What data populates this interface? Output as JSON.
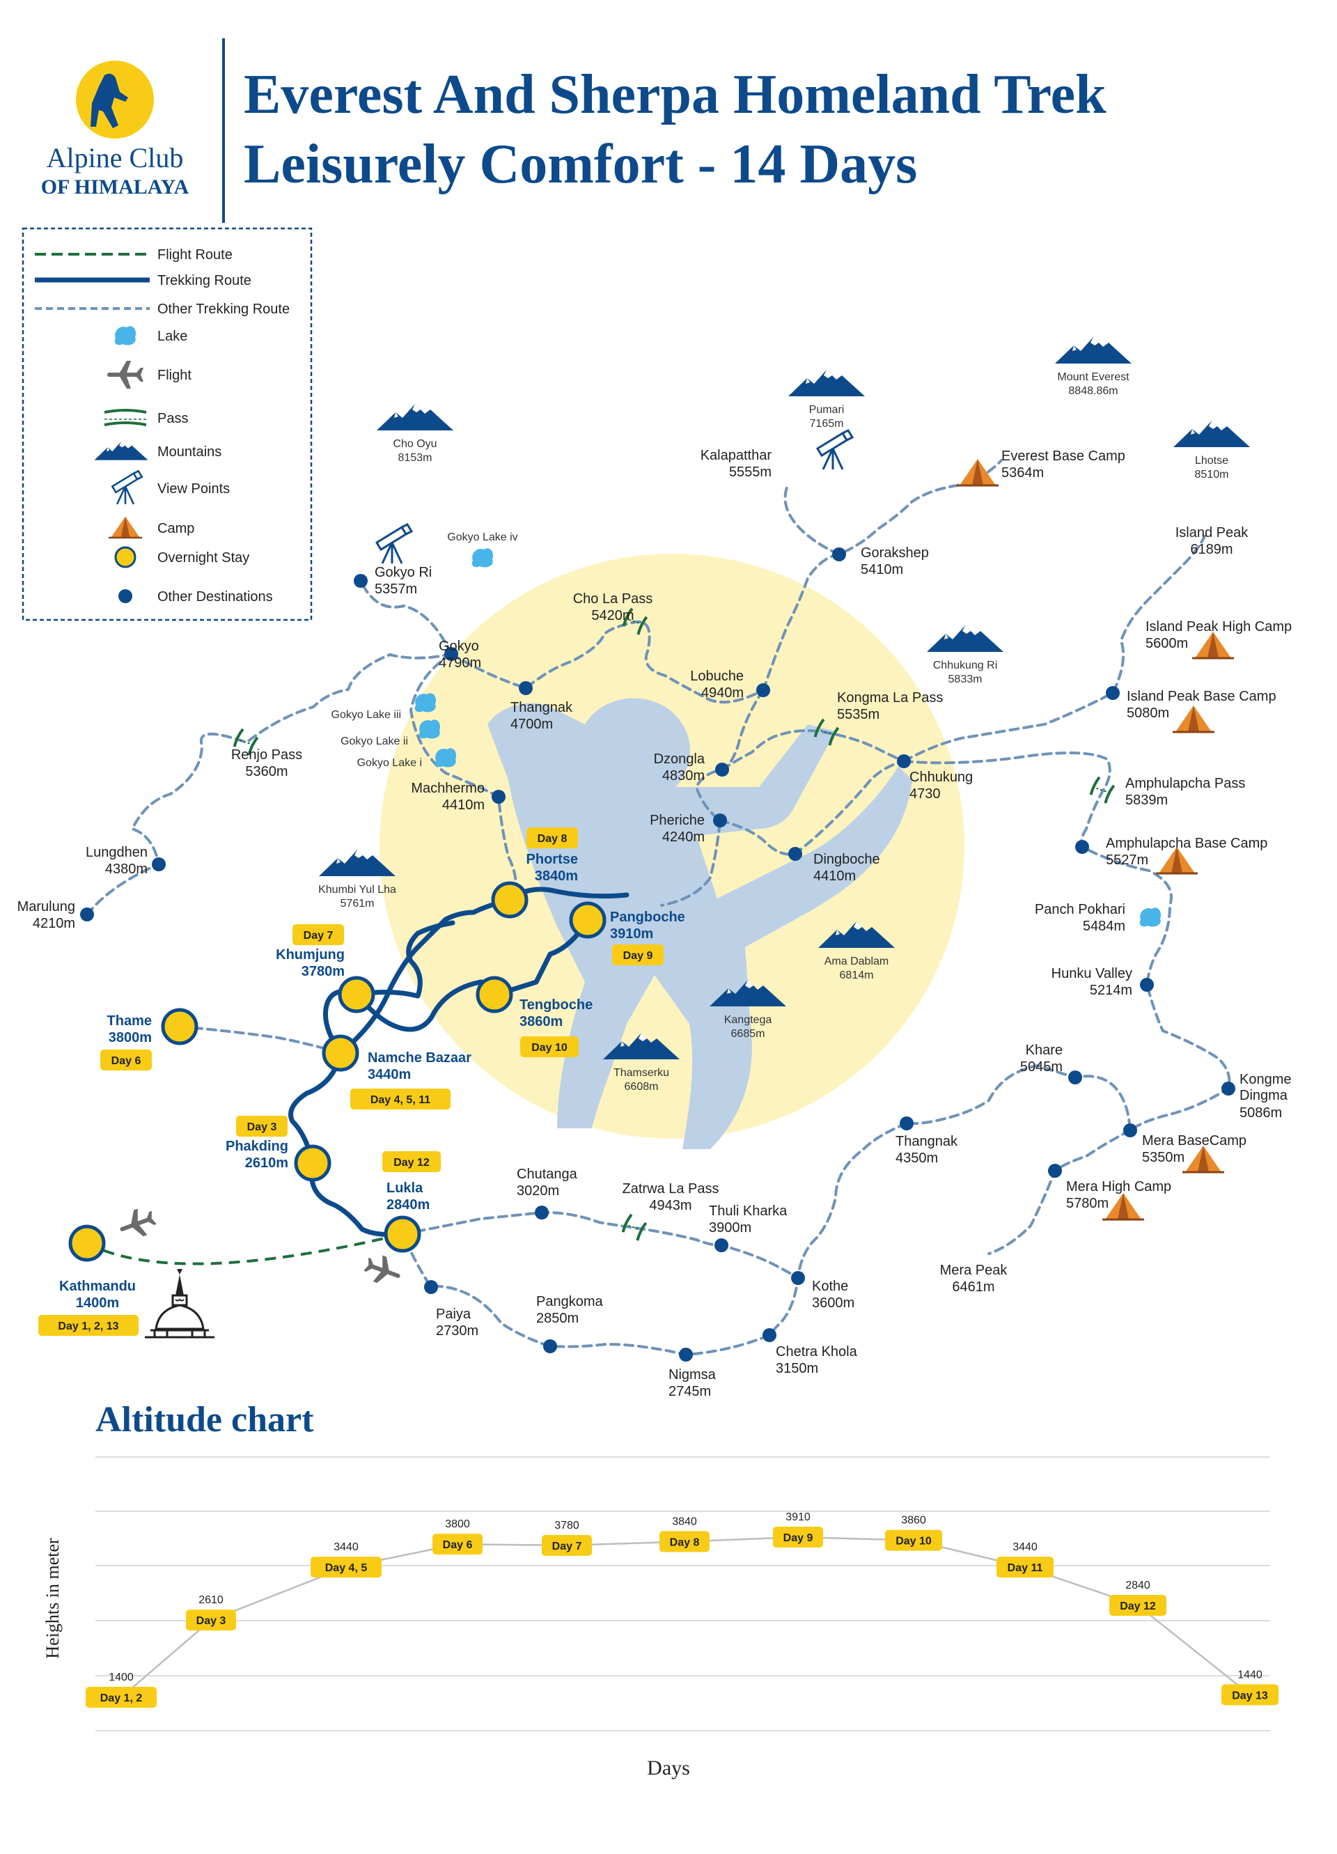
{
  "header": {
    "logo_line1": "Alpine Club",
    "logo_line2": "OF HIMALAYA",
    "title_line1": "Everest And Sherpa Homeland Trek",
    "title_line2": "Leisurely Comfort - 14 Days"
  },
  "legend": [
    {
      "key": "flight-route",
      "label": "Flight Route",
      "icon": "green-dashed-line"
    },
    {
      "key": "trekking-route",
      "label": "Trekking Route",
      "icon": "blue-solid-line"
    },
    {
      "key": "other-route",
      "label": "Other Trekking Route",
      "icon": "blue-dashed-line"
    },
    {
      "key": "lake",
      "label": "Lake",
      "icon": "lake-icon"
    },
    {
      "key": "flight",
      "label": "Flight",
      "icon": "plane-icon"
    },
    {
      "key": "pass",
      "label": "Pass",
      "icon": "pass-icon"
    },
    {
      "key": "mountains",
      "label": "Mountains",
      "icon": "mountain-icon"
    },
    {
      "key": "view-points",
      "label": "View Points",
      "icon": "telescope-icon"
    },
    {
      "key": "camp",
      "label": "Camp",
      "icon": "tent-icon"
    },
    {
      "key": "overnight",
      "label": "Overnight Stay",
      "icon": "yellow-circle-icon"
    },
    {
      "key": "other-dest",
      "label": "Other Destinations",
      "icon": "blue-dot-icon"
    }
  ],
  "overnight": [
    {
      "id": "kathmandu",
      "name": "Kathmandu",
      "alt": "1400m",
      "days": "Day 1, 2, 13"
    },
    {
      "id": "lukla",
      "name": "Lukla",
      "alt": "2840m",
      "days": "Day 12"
    },
    {
      "id": "phakding",
      "name": "Phakding",
      "alt": "2610m",
      "days": "Day 3"
    },
    {
      "id": "namche",
      "name": "Namche Bazaar",
      "alt": "3440m",
      "days": "Day 4, 5, 11"
    },
    {
      "id": "thame",
      "name": "Thame",
      "alt": "3800m",
      "days": "Day 6"
    },
    {
      "id": "khumjung",
      "name": "Khumjung",
      "alt": "3780m",
      "days": "Day 7"
    },
    {
      "id": "tengboche",
      "name": "Tengboche",
      "alt": "3860m",
      "days": "Day 10"
    },
    {
      "id": "phortse",
      "name": "Phortse",
      "alt": "3840m",
      "days": "Day 8"
    },
    {
      "id": "pangboche",
      "name": "Pangboche",
      "alt": "3910m",
      "days": "Day 9"
    }
  ],
  "destinations": [
    {
      "id": "gokyo-ri",
      "name": "Gokyo Ri",
      "alt": "5357m"
    },
    {
      "id": "gokyo",
      "name": "Gokyo",
      "alt": "4790m"
    },
    {
      "id": "thangnak-n",
      "name": "Thangnak",
      "alt": "4700m"
    },
    {
      "id": "machhermo",
      "name": "Machhermo",
      "alt": "4410m"
    },
    {
      "id": "lungdhen",
      "name": "Lungdhen",
      "alt": "4380m"
    },
    {
      "id": "marulung",
      "name": "Marulung",
      "alt": "4210m"
    },
    {
      "id": "lobuche",
      "name": "Lobuche",
      "alt": "4940m"
    },
    {
      "id": "gorakshep",
      "name": "Gorakshep",
      "alt": "5410m"
    },
    {
      "id": "dzongla",
      "name": "Dzongla",
      "alt": "4830m"
    },
    {
      "id": "pheriche",
      "name": "Pheriche",
      "alt": "4240m"
    },
    {
      "id": "dingboche",
      "name": "Dingboche",
      "alt": "4410m"
    },
    {
      "id": "chhukung",
      "name": "Chhukung",
      "alt": "4730"
    },
    {
      "id": "island-bc",
      "name": "Island Peak Base Camp",
      "alt": "5080m"
    },
    {
      "id": "amph-bc",
      "name": "Amphulapcha Base Camp",
      "alt": "5527m"
    },
    {
      "id": "hunku",
      "name": "Hunku Valley",
      "alt": "5214m"
    },
    {
      "id": "kongme",
      "name": "Kongme\nDingma",
      "alt": "5086m"
    },
    {
      "id": "khare",
      "name": "Khare",
      "alt": "5045m"
    },
    {
      "id": "mera-bc",
      "name": "Mera BaseCamp",
      "alt": "5350m"
    },
    {
      "id": "mera-hc",
      "name": "Mera High Camp",
      "alt": "5780m"
    },
    {
      "id": "thangnak-s",
      "name": "Thangnak",
      "alt": "4350m"
    },
    {
      "id": "chutanga",
      "name": "Chutanga",
      "alt": "3020m"
    },
    {
      "id": "thuli",
      "name": "Thuli Kharka",
      "alt": "3900m"
    },
    {
      "id": "kothe",
      "name": "Kothe",
      "alt": "3600m"
    },
    {
      "id": "chetra",
      "name": "Chetra Khola",
      "alt": "3150m"
    },
    {
      "id": "nigmsa",
      "name": "Nigmsa",
      "alt": "2745m"
    },
    {
      "id": "pangkoma",
      "name": "Pangkoma",
      "alt": "2850m"
    },
    {
      "id": "paiya",
      "name": "Paiya",
      "alt": "2730m"
    }
  ],
  "other_labels": [
    {
      "id": "kalapatthar",
      "name": "Kalapatthar",
      "alt": "5555m"
    },
    {
      "id": "everest-bc",
      "name": "Everest Base Camp",
      "alt": "5364m"
    },
    {
      "id": "island-peak",
      "name": "Island Peak",
      "alt": "6189m"
    },
    {
      "id": "island-hc",
      "name": "Island Peak High Camp",
      "alt": "5600m"
    },
    {
      "id": "panch",
      "name": "Panch Pokhari",
      "alt": "5484m"
    },
    {
      "id": "mera-peak",
      "name": "Mera Peak",
      "alt": "6461m"
    }
  ],
  "passes": [
    {
      "id": "cho-la",
      "name": "Cho La Pass",
      "alt": "5420m"
    },
    {
      "id": "renjo",
      "name": "Renjo Pass",
      "alt": "5360m"
    },
    {
      "id": "kongma",
      "name": "Kongma La Pass",
      "alt": "5535m"
    },
    {
      "id": "amphulapcha",
      "name": "Amphulapcha Pass",
      "alt": "5839m"
    },
    {
      "id": "zatrwa",
      "name": "Zatrwa La Pass",
      "alt": "4943m"
    }
  ],
  "mountains": [
    {
      "id": "cho-oyu",
      "name": "Cho Oyu",
      "alt": "8153m"
    },
    {
      "id": "pumari",
      "name": "Pumari",
      "alt": "7165m"
    },
    {
      "id": "everest",
      "name": "Mount Everest",
      "alt": "8848.86m"
    },
    {
      "id": "lhotse",
      "name": "Lhotse",
      "alt": "8510m"
    },
    {
      "id": "chhukung-ri",
      "name": "Chhukung Ri",
      "alt": "5833m"
    },
    {
      "id": "khumbi",
      "name": "Khumbi Yul Lha",
      "alt": "5761m"
    },
    {
      "id": "ama-dablam",
      "name": "Ama Dablam",
      "alt": "6814m"
    },
    {
      "id": "kangtega",
      "name": "Kangtega",
      "alt": "6685m"
    },
    {
      "id": "thamserku",
      "name": "Thamserku",
      "alt": "6608m"
    }
  ],
  "lakes": [
    {
      "id": "gokyo-iv",
      "name": "Gokyo Lake iv"
    },
    {
      "id": "gokyo-iii",
      "name": "Gokyo Lake iii"
    },
    {
      "id": "gokyo-ii",
      "name": "Gokyo Lake ii"
    },
    {
      "id": "gokyo-i",
      "name": "Gokyo Lake i"
    }
  ],
  "colors": {
    "navy": "#0d4a8b",
    "route_dash": "#6e93b8",
    "yellow": "#f8cc16",
    "green": "#1f6e3c",
    "orange": "#e8892a",
    "lake": "#49b4e8",
    "circle_yellow": "#fdf3bf",
    "silhouette": "#bcd1e6",
    "grid": "#dcdcdc"
  },
  "chart_data": {
    "type": "line",
    "title": "Altitude chart",
    "xlabel": "Days",
    "ylabel": "Heights in meter",
    "categories": [
      "Day 1, 2",
      "Day 3",
      "Day 4, 5",
      "Day 6",
      "Day 7",
      "Day 8",
      "Day 9",
      "Day 10",
      "Day 11",
      "Day 12",
      "Day 13"
    ],
    "values": [
      1400,
      2610,
      3440,
      3800,
      3780,
      3840,
      3910,
      3860,
      3440,
      2840,
      1440
    ],
    "grid": true
  }
}
